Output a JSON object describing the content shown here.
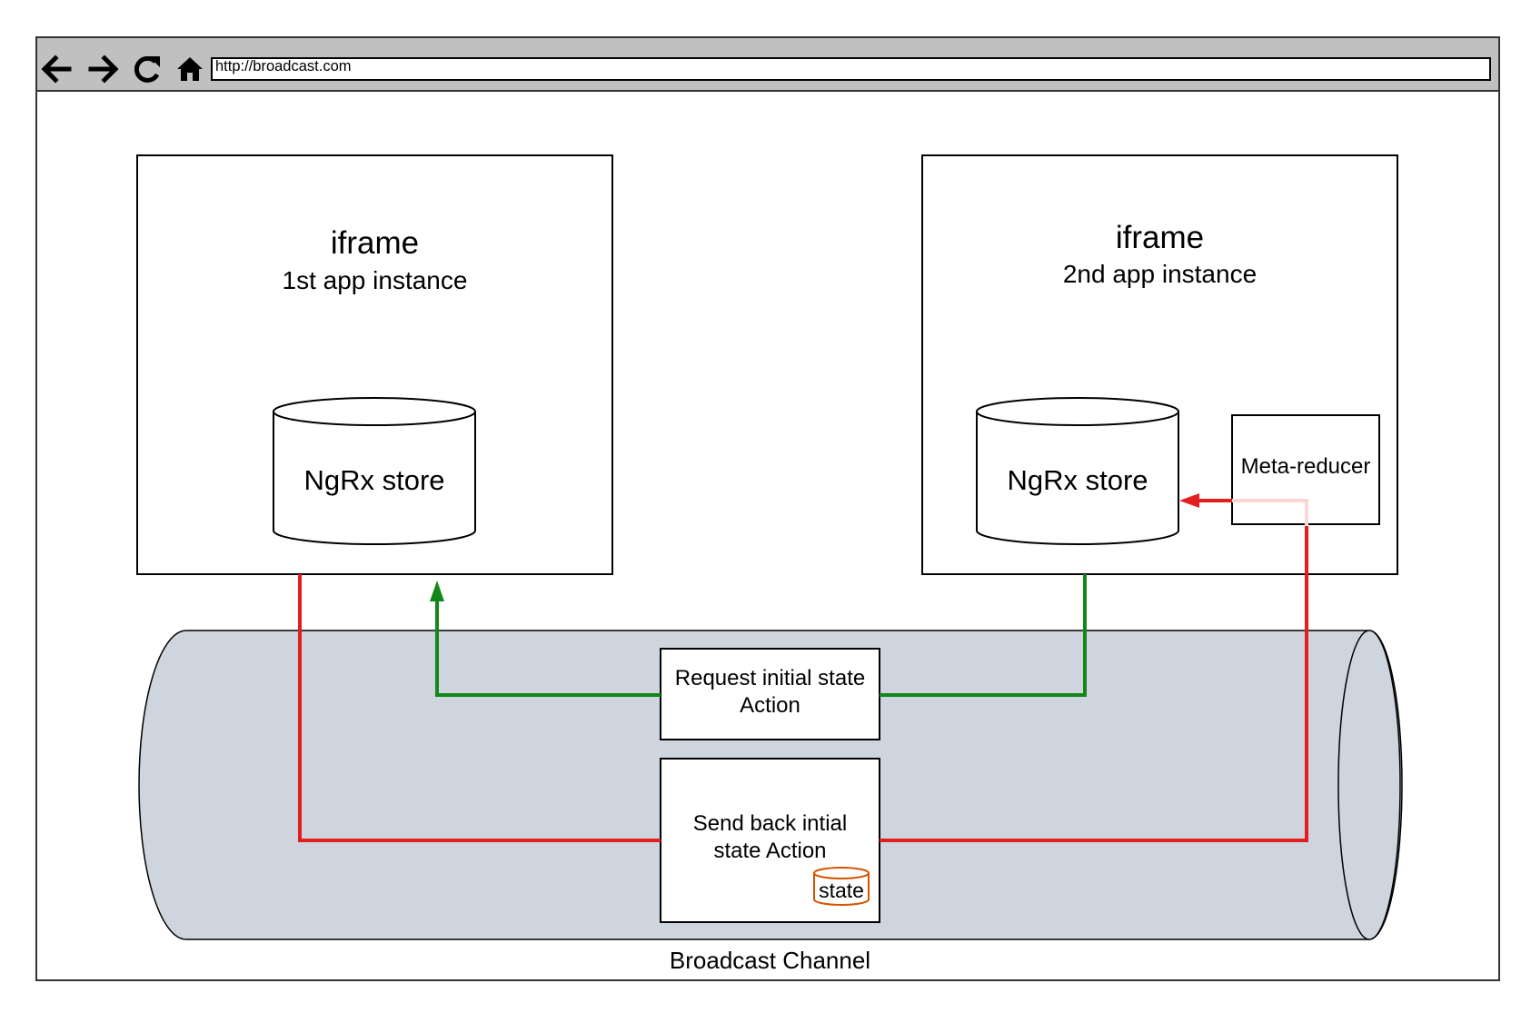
{
  "browser": {
    "url": "http://broadcast.com",
    "nav": {
      "back_icon": "arrow-left-icon",
      "forward_icon": "arrow-right-icon",
      "reload_icon": "reload-icon",
      "home_icon": "home-icon"
    }
  },
  "iframe_left": {
    "title": "iframe",
    "subtitle": "1st app instance",
    "store_label": "NgRx store"
  },
  "iframe_right": {
    "title": "iframe",
    "subtitle": "2nd app instance",
    "store_label": "NgRx store",
    "meta_reducer_label": "Meta-reducer"
  },
  "channel": {
    "label": "Broadcast Channel",
    "request_action": {
      "line1": "Request initial state",
      "line2": "Action"
    },
    "send_back_action": {
      "line1": "Send back intial",
      "line2": "state Action",
      "state_label": "state"
    }
  },
  "colors": {
    "frame_border": "#333333",
    "toolbar_bg": "#c0c0c0",
    "channel_fill": "#ced5df",
    "request_arrow": "#14871a",
    "response_arrow": "#e31e1e",
    "state_badge": "#d35400"
  }
}
